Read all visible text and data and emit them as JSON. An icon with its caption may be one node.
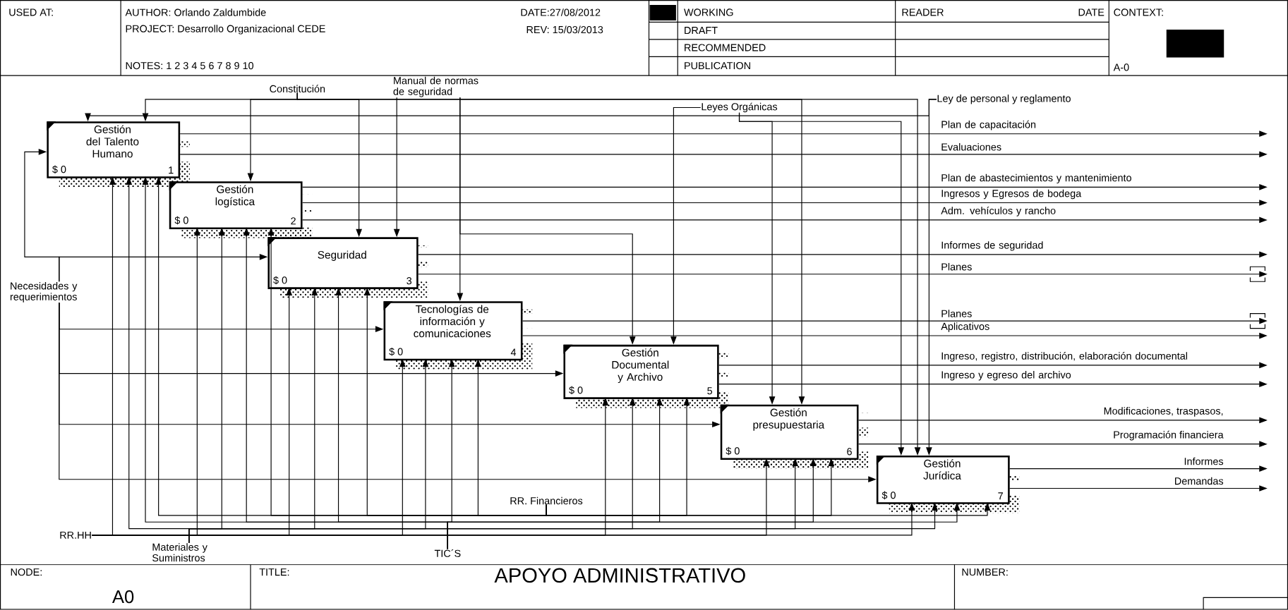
{
  "diagram": {
    "title": "APOYO ADMINISTRATIVO",
    "nodes": [
      {
        "text": [
          "Gestión del Talento Humano",
          "$ 0",
          "1"
        ]
      },
      {
        "text": [
          "Gestión logística",
          "$ 0",
          "2"
        ]
      },
      {
        "text": [
          "Seguridad",
          "$ 0",
          "3"
        ]
      },
      {
        "text": [
          "Tecnologías de información y comunicaciones",
          "$ 0",
          "4"
        ]
      },
      {
        "text": [
          "Gestión Documental y Archivo",
          "$ 0",
          "5"
        ]
      },
      {
        "text": [
          "Gestión presupuestaria",
          "$ 0",
          "6"
        ]
      },
      {
        "text": [
          "Gestión Jurídica",
          "$ 0",
          "7"
        ]
      },
      {
        "text": [
          "Constitución"
        ]
      },
      {
        "text": [
          "Manual de normas de seguridad"
        ]
      },
      {
        "text": [
          "Leyes Orgánicas"
        ]
      },
      {
        "text": [
          "Ley de personal y reglamento"
        ]
      },
      {
        "text": [
          "Necesidades y requerimientos"
        ]
      },
      {
        "text": [
          "RR.HH"
        ]
      },
      {
        "text": [
          "Materiales y Suministros"
        ]
      },
      {
        "text": [
          "TIC´S"
        ]
      },
      {
        "text": [
          "RR. Financieros"
        ]
      }
    ],
    "edges": [
      {
        "from": 7,
        "to": 0,
        "arrow": "to"
      },
      {
        "from": 7,
        "to": 1,
        "arrow": "to"
      },
      {
        "from": 7,
        "to": 2,
        "arrow": "to"
      },
      {
        "from": 7,
        "to": 5,
        "arrow": "to"
      },
      {
        "from": 7,
        "to": 6,
        "arrow": "to"
      },
      {
        "from": 8,
        "to": 2,
        "arrow": "to"
      },
      {
        "from": 8,
        "to": 3,
        "arrow": "to"
      },
      {
        "from": 8,
        "to": 4,
        "arrow": "to"
      },
      {
        "from": 9,
        "to": 4,
        "arrow": "to"
      },
      {
        "from": 9,
        "to": 5,
        "arrow": "to"
      },
      {
        "from": 9,
        "to": 6,
        "arrow": "to"
      },
      {
        "from": 10,
        "to": 0,
        "arrow": "to"
      },
      {
        "from": 10,
        "to": 6,
        "arrow": "to"
      },
      {
        "from": 11,
        "to": 0,
        "arrow": "to"
      },
      {
        "from": 11,
        "to": 2,
        "arrow": "to"
      },
      {
        "from": 11,
        "to": 3,
        "arrow": "to"
      },
      {
        "from": 11,
        "to": 4,
        "arrow": "to"
      },
      {
        "from": 11,
        "to": 5,
        "arrow": "to"
      },
      {
        "from": 11,
        "to": 6,
        "arrow": "to"
      },
      {
        "from": 12,
        "to": 0,
        "arrow": "to"
      },
      {
        "from": 13,
        "to": 0,
        "arrow": "to"
      },
      {
        "from": 14,
        "to": 0,
        "arrow": "to"
      },
      {
        "from": 15,
        "to": 0,
        "arrow": "to"
      },
      {
        "from": 12,
        "to": 1,
        "arrow": "to"
      },
      {
        "from": 13,
        "to": 1,
        "arrow": "to"
      },
      {
        "from": 14,
        "to": 1,
        "arrow": "to"
      },
      {
        "from": 15,
        "to": 1,
        "arrow": "to"
      },
      {
        "from": 12,
        "to": 2,
        "arrow": "to"
      },
      {
        "from": 13,
        "to": 2,
        "arrow": "to"
      },
      {
        "from": 14,
        "to": 2,
        "arrow": "to"
      },
      {
        "from": 15,
        "to": 2,
        "arrow": "to"
      },
      {
        "from": 12,
        "to": 3,
        "arrow": "to"
      },
      {
        "from": 13,
        "to": 3,
        "arrow": "to"
      },
      {
        "from": 14,
        "to": 3,
        "arrow": "to"
      },
      {
        "from": 15,
        "to": 3,
        "arrow": "to"
      },
      {
        "from": 12,
        "to": 4,
        "arrow": "to"
      },
      {
        "from": 13,
        "to": 4,
        "arrow": "to"
      },
      {
        "from": 14,
        "to": 4,
        "arrow": "to"
      },
      {
        "from": 15,
        "to": 4,
        "arrow": "to"
      },
      {
        "from": 12,
        "to": 5,
        "arrow": "to"
      },
      {
        "from": 13,
        "to": 5,
        "arrow": "to"
      },
      {
        "from": 14,
        "to": 5,
        "arrow": "to"
      },
      {
        "from": 15,
        "to": 5,
        "arrow": "to"
      },
      {
        "from": 12,
        "to": 6,
        "arrow": "to"
      },
      {
        "from": 13,
        "to": 6,
        "arrow": "to"
      },
      {
        "from": 14,
        "to": 6,
        "arrow": "to"
      },
      {
        "from": 15,
        "to": 6,
        "arrow": "to"
      },
      {
        "from": 0,
        "to": null,
        "arrow": "to",
        "label": "Plan de capacitación"
      },
      {
        "from": 0,
        "to": null,
        "arrow": "to",
        "label": "Evaluaciones"
      },
      {
        "from": 1,
        "to": null,
        "arrow": "to",
        "label": "Plan de abastecimientos y mantenimiento"
      },
      {
        "from": 1,
        "to": null,
        "arrow": "to",
        "label": "Ingresos y Egresos de bodega"
      },
      {
        "from": 1,
        "to": null,
        "arrow": "to",
        "label": "Adm. vehículos y rancho"
      },
      {
        "from": 2,
        "to": null,
        "arrow": "to",
        "label": "Informes de seguridad"
      },
      {
        "from": 2,
        "to": null,
        "arrow": "to",
        "label": "Planes"
      },
      {
        "from": 3,
        "to": null,
        "arrow": "to",
        "label": "Planes"
      },
      {
        "from": 3,
        "to": null,
        "arrow": "to",
        "label": "Aplicativos"
      },
      {
        "from": 4,
        "to": null,
        "arrow": "to",
        "label": "Ingreso, registro, distribución, elaboración documental"
      },
      {
        "from": 4,
        "to": null,
        "arrow": "to",
        "label": "Ingreso y egreso del archivo"
      },
      {
        "from": 5,
        "to": null,
        "arrow": "to",
        "label": "Modificaciones, traspasos,"
      },
      {
        "from": 5,
        "to": null,
        "arrow": "to",
        "label": "Programación financiera"
      },
      {
        "from": 6,
        "to": null,
        "arrow": "to",
        "label": "Informes"
      },
      {
        "from": 6,
        "to": null,
        "arrow": "to",
        "label": "Demandas"
      }
    ],
    "labels": [
      "USED AT:",
      "AUTHOR: Orlando Zaldumbide",
      "DATE:27/08/2012",
      "WORKING",
      "READER",
      "DATE",
      "CONTEXT:",
      "PROJECT: Desarrollo Organizacional CEDE",
      "REV: 15/03/2013",
      "DRAFT",
      "RECOMMENDED",
      "NOTES: 1 2 3 4 5 6 7 8 9 10",
      "PUBLICATION",
      "A-0",
      "NODE:",
      "A0",
      "TITLE:",
      "NUMBER:"
    ]
  }
}
